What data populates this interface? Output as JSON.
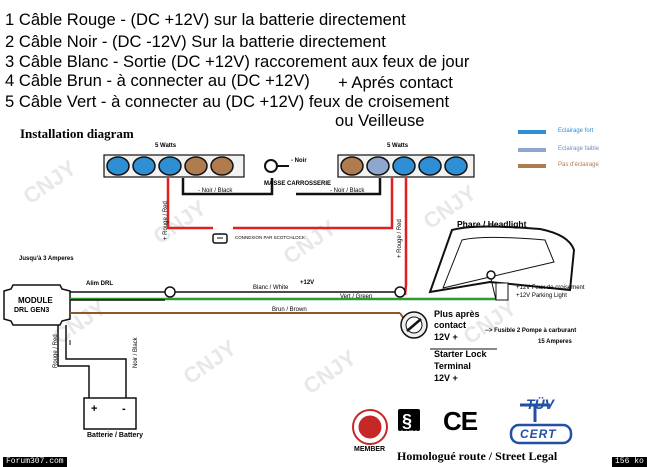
{
  "instructions": [
    "1 Câble Rouge - (DC +12V) sur la batterie directement",
    "2 Câble Noir - (DC -12V) Sur la batterie directement",
    "3 Câble Blanc - Sortie (DC +12V) raccorement aux feux de jour",
    "4 Câble Brun - à connecter au (DC +12V)",
    "+ Aprés contact",
    "5 Câble Vert - à connecter au (DC +12V) feux de croisement",
    "ou Veilleuse"
  ],
  "diagram_title": "Installation diagram",
  "legend": [
    {
      "label": "Eclairage fort",
      "color": "#2e8fd4"
    },
    {
      "label": "Eclairage faible",
      "color": "#8fa7cc"
    },
    {
      "label": "Pas d'éclairage",
      "color": "#b07b4e"
    }
  ],
  "led_strips": {
    "left_watts": "5 Watts",
    "right_watts": "5 Watts",
    "left_led_colors": [
      "#2e8fd4",
      "#2e8fd4",
      "#2e8fd4",
      "#b07b4e",
      "#b07b4e"
    ],
    "right_led_colors": [
      "#b07b4e",
      "#8fa7cc",
      "#2e8fd4",
      "#2e8fd4",
      "#2e8fd4"
    ]
  },
  "labels": {
    "noir_top": "- Noir",
    "masse": "MASSE CARROSSERIE",
    "noir_black_left": "- Noir / Black",
    "noir_black_right": "- Noir / Black",
    "rouge_red_left": "+ Rouge / Red",
    "rouge_red_right": "+ Rouge / Red",
    "connexion": "CONNEXION PAR SCOTCHLOCK",
    "jusqua": "Jusqu'à 3 Amperes",
    "alim_drl": "Alim DRL",
    "blanc_white": "Blanc / White",
    "plus12v_white": "+12V",
    "vert_green": "Vert / Green",
    "brun_brown": "Brun / Brown",
    "module": "MODULE",
    "drl_gen3": "DRL GEN3",
    "rouge_red_batt": "Rouge / Red",
    "noir_black_batt": "Noir / Black",
    "batterie": "Batterie / Battery",
    "phare": "Phare / Headlight",
    "feux_croisement": "+12V Feux de croisement",
    "parking_light": "+12V Parking Light",
    "plus_apres": "Plus après",
    "contact": "contact",
    "contact_12v": "12V +",
    "fusible": "--> Fusible 2 Pompe à carburant",
    "amperes15": "15 Amperes",
    "starter_lock": "Starter Lock",
    "terminal": "Terminal",
    "terminal_12v": "12V +",
    "member": "MEMBER",
    "homologue": "Homologué route / Street Legal",
    "stvzo": "StVZO",
    "ce": "CE",
    "tuv": "TÜV",
    "cert": "CERT",
    "watermark": "CNJY"
  },
  "footer": {
    "left": "Forum307.com",
    "right": "156 ko"
  },
  "colors": {
    "red_wire": "#e02020",
    "black_wire": "#111111",
    "green_wire": "#2f9a2f",
    "brown_wire": "#8a5a2b"
  }
}
